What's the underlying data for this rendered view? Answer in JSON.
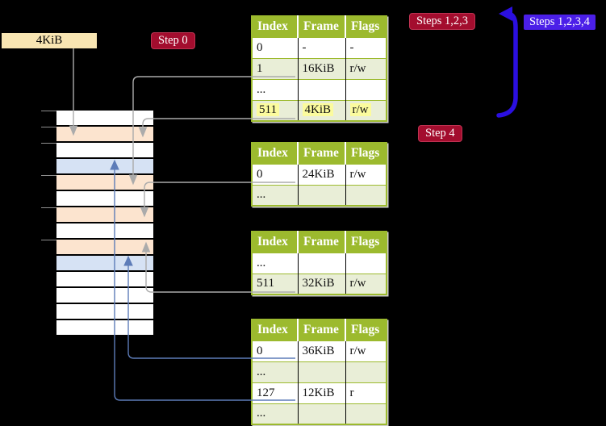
{
  "frame_box": {
    "label": "4KiB"
  },
  "badges": {
    "step0": "Step 0",
    "steps123": "Steps 1,2,3",
    "steps1234": "Steps 1,2,3,4",
    "step4": "Step 4"
  },
  "memory_strip": {
    "rows": [
      "white",
      "peach",
      "white",
      "blue",
      "peach",
      "white",
      "peach",
      "white",
      "peach",
      "blue",
      "white",
      "white",
      "white",
      "white"
    ],
    "ticks_y": [
      137,
      157,
      177,
      217,
      257,
      297
    ]
  },
  "tables": [
    {
      "name": "page-table-top",
      "headers": [
        "Index",
        "Frame",
        "Flags"
      ],
      "rows": [
        {
          "cells": [
            "0",
            "-",
            "-"
          ],
          "shaded": false,
          "highlight": false
        },
        {
          "cells": [
            "1",
            "16KiB",
            "r/w"
          ],
          "shaded": true,
          "highlight": false
        },
        {
          "cells": [
            "...",
            "",
            ""
          ],
          "shaded": false,
          "highlight": false
        },
        {
          "cells": [
            "511",
            "4KiB",
            "r/w"
          ],
          "shaded": true,
          "highlight": true
        }
      ]
    },
    {
      "name": "page-table-second",
      "headers": [
        "Index",
        "Frame",
        "Flags"
      ],
      "rows": [
        {
          "cells": [
            "0",
            "24KiB",
            "r/w"
          ],
          "shaded": false,
          "highlight": false
        },
        {
          "cells": [
            "...",
            "",
            ""
          ],
          "shaded": true,
          "highlight": false
        }
      ]
    },
    {
      "name": "page-table-third",
      "headers": [
        "Index",
        "Frame",
        "Flags"
      ],
      "rows": [
        {
          "cells": [
            "...",
            "",
            ""
          ],
          "shaded": false,
          "highlight": false
        },
        {
          "cells": [
            "511",
            "32KiB",
            "r/w"
          ],
          "shaded": true,
          "highlight": false
        }
      ]
    },
    {
      "name": "page-table-bottom",
      "headers": [
        "Index",
        "Frame",
        "Flags"
      ],
      "rows": [
        {
          "cells": [
            "0",
            "36KiB",
            "r/w"
          ],
          "shaded": false,
          "highlight": false
        },
        {
          "cells": [
            "...",
            "",
            ""
          ],
          "shaded": true,
          "highlight": false
        },
        {
          "cells": [
            "127",
            "12KiB",
            "r"
          ],
          "shaded": false,
          "highlight": false
        },
        {
          "cells": [
            "...",
            "",
            ""
          ],
          "shaded": true,
          "highlight": false
        }
      ]
    }
  ],
  "colors": {
    "table_header_green": "#9cba2e",
    "table_row_shaded": "#e9eed7",
    "highlight_yellow": "#fbfb9e",
    "strip_peach": "#fce4cf",
    "strip_blue": "#d6e2f4",
    "badge_red": "#a30d2e",
    "badge_blue": "#4b1fe8",
    "big_arrow_blue": "#2b0fe0",
    "connector_gray": "#ababab",
    "connector_blue": "#5d7cb8",
    "frame_box_wheat": "#f8e5b2"
  }
}
